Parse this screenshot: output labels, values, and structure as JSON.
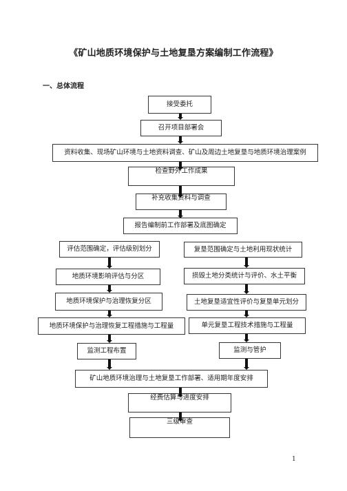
{
  "title": "《矿山地质环境保护与土地复垦方案编制工作流程》",
  "section": "一、总体流程",
  "nodes": {
    "n1": "接受委托",
    "n2": "召开项目部署会",
    "n3": "资料收集、现场矿山环境与土地资料调查、矿山及周边土地复垦与地质环境治理案例",
    "n4": "检查野外工作成果",
    "n5": "补充收集资料与调查",
    "n6": "报告编制前工作部署及底图确定",
    "left": [
      "评估范围确定，评估级别划分",
      "地质环境影响评估与分区",
      "地质环境保护与治理恢复分区",
      "地质环境保护与治理恢复工程措施与工程量",
      "监测工程布置"
    ],
    "right": [
      "复垦范围确定与土地利用现状统计",
      "损毁土地分类统计与评价、水土平衡",
      "土地复垦适宜性评价与复垦单元划分",
      "单元复垦工程技术措施与工程量",
      "监测与管护"
    ],
    "n7": "矿山地质环境治理与土地复垦工作部署、适用期年度安排",
    "n8": "经费估算与进度安排",
    "n9": "三级审查"
  },
  "page_number": "1"
}
